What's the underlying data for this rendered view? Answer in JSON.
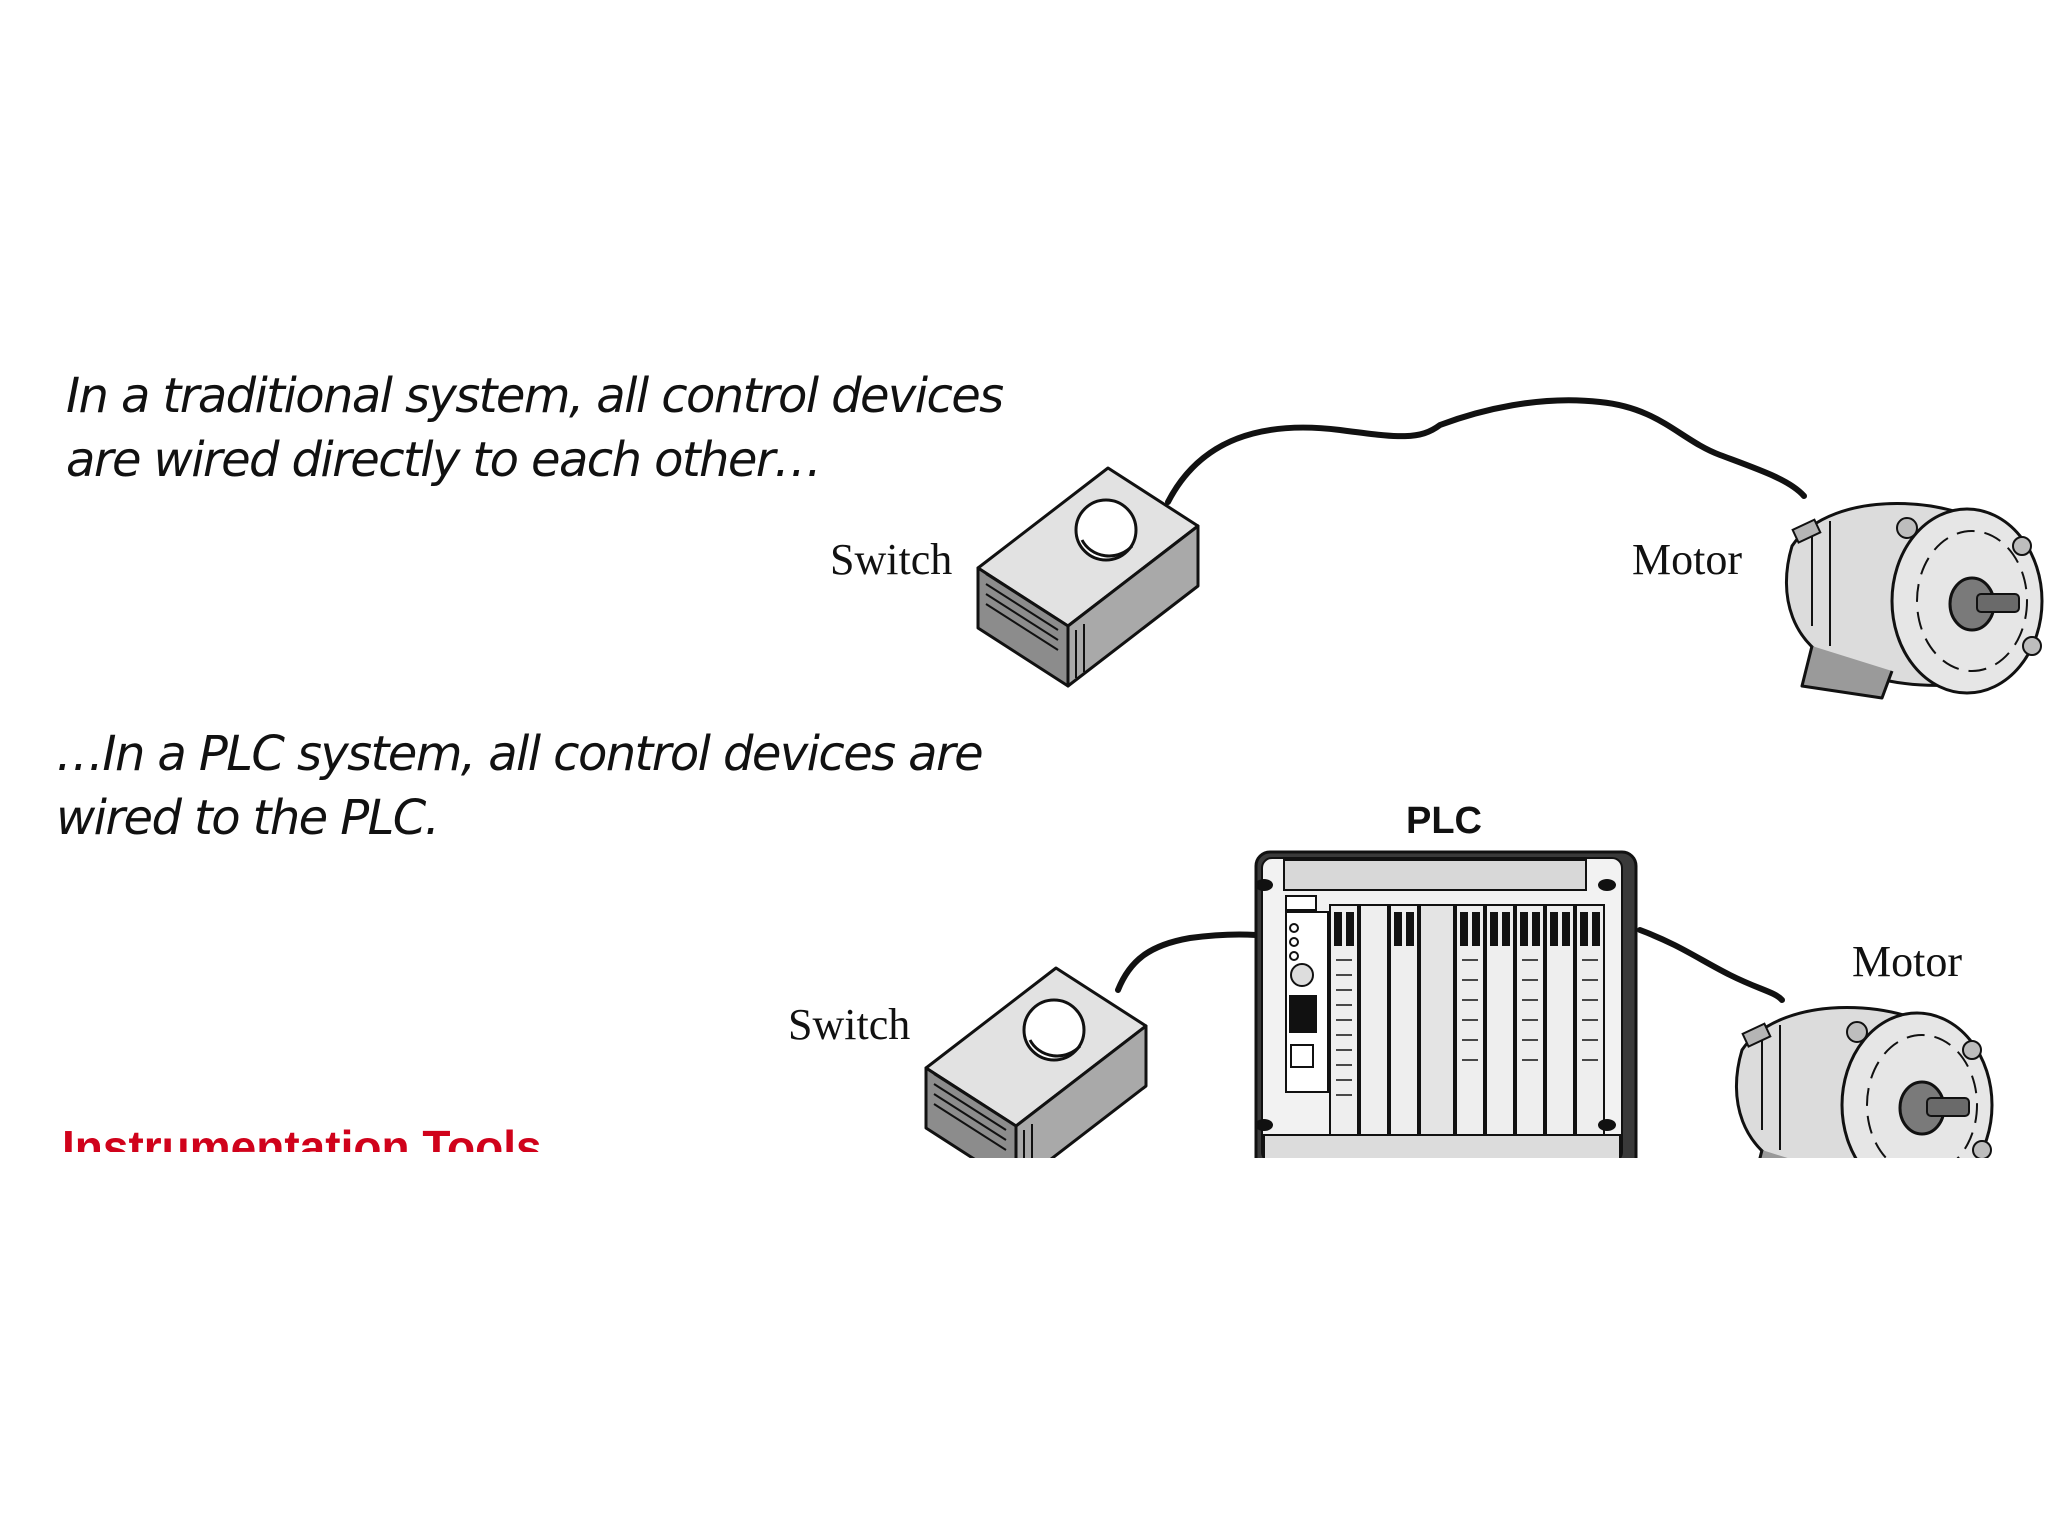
{
  "captions": {
    "traditional_line1": "In a traditional system, all control devices",
    "traditional_line2": "are wired directly to each other…",
    "plc_line1": "…In a PLC system, all control devices are",
    "plc_line2": "wired to the PLC."
  },
  "labels": {
    "switch_top": "Switch",
    "motor_top": "Motor",
    "plc": "PLC",
    "switch_bottom": "Switch",
    "motor_bottom": "Motor"
  },
  "cut_heading": "Instrumentation Tools",
  "colors": {
    "background": "#ffffff",
    "text": "#111111",
    "device_light": "#e0e0e0",
    "device_dark": "#8a8a8a",
    "wire": "#111111",
    "accent_red": "#d0021b"
  },
  "icons": [
    "switch-box-icon",
    "motor-icon",
    "plc-rack-icon"
  ]
}
